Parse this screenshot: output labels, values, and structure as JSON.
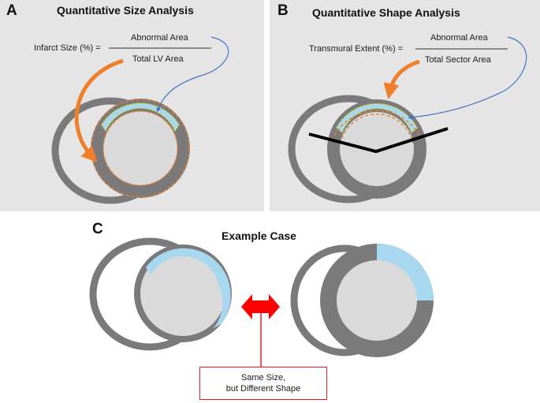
{
  "panel_a": {
    "letter": "A",
    "title": "Quantitative Size Analysis",
    "formula_lhs": "Infarct Size (%) =",
    "numerator": "Abnormal Area",
    "denominator": "Total LV Area"
  },
  "panel_b": {
    "letter": "B",
    "title": "Quantitative Shape Analysis",
    "formula_lhs": "Transmural Extent (%) =",
    "numerator": "Abnormal Area",
    "denominator": "Total Sector Area"
  },
  "panel_c": {
    "letter": "C",
    "title": "Example Case",
    "callout_line1": "Same Size,",
    "callout_line2": "but Different Shape"
  },
  "colors": {
    "panel_bg": "#e5e5e5",
    "myocardium": "#7a7a7a",
    "cavity": "#dadada",
    "infarct": "#a8d8ef",
    "orange_arrow": "#f07f2c",
    "blue_arrow": "#4472c4",
    "contour_yellow": "#e6e62e",
    "red_arrow": "#ff0000"
  }
}
